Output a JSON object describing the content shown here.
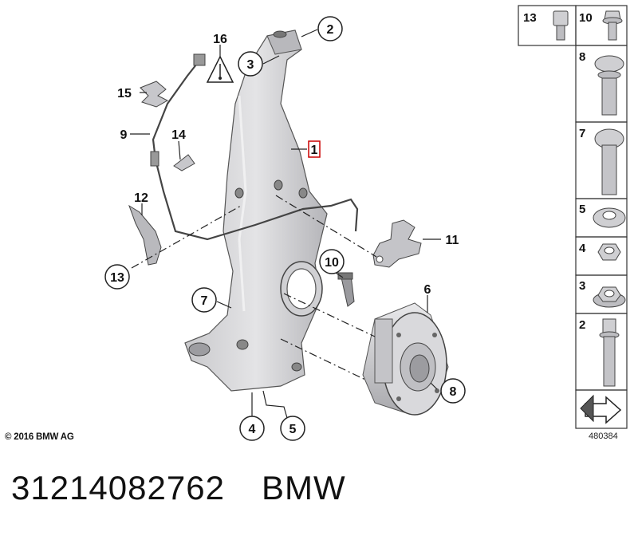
{
  "callouts": {
    "p1": "1",
    "p2": "2",
    "p3": "3",
    "p4": "4",
    "p5": "5",
    "p6": "6",
    "p7": "7",
    "p8": "8",
    "p9": "9",
    "p10": "10",
    "p11": "11",
    "p12": "12",
    "p13": "13",
    "p14": "14",
    "p15": "15",
    "p16": "16"
  },
  "legend": {
    "bolt_13": "13",
    "bolt_10": "10",
    "bolt_8": "8",
    "bolt_7": "7",
    "nut_5": "5",
    "nut_4": "4",
    "nut_3": "3",
    "bolt_2": "2"
  },
  "footer": {
    "copyright": "© 2016 BMW AG",
    "diagram_id": "480384",
    "part_number": "31214082762",
    "brand": "BMW"
  },
  "colors": {
    "highlight": "#cc0000",
    "part_fill": "#d6d6d8",
    "outline": "#222222"
  }
}
